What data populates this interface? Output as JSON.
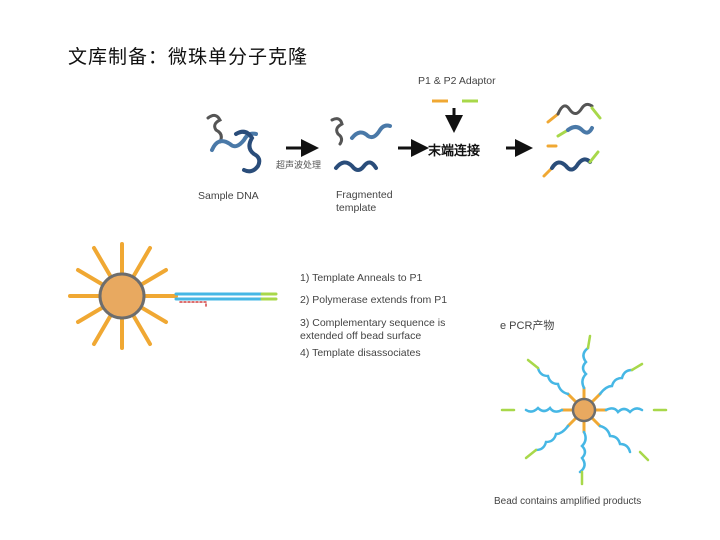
{
  "title": "文库制备：微珠单分子克隆",
  "top": {
    "adaptor_label": "P1 & P2 Adaptor",
    "sonication_label": "超声波处理",
    "end_ligation_label": "末端连接",
    "sample_label": "Sample DNA",
    "fragmented_label_1": "Fragmented",
    "fragmented_label_2": "template"
  },
  "steps": [
    "1) Template Anneals to P1",
    "2) Polymerase extends from  P1",
    "3) Complementary sequence is",
    "extended off bead surface",
    "4) Template disassociates"
  ],
  "epcr_label": "e PCR产物",
  "bead_caption": "Bead contains amplified products",
  "colors": {
    "orange": "#f0a833",
    "bead_fill": "#e8a960",
    "bead_stroke": "#6d6d6d",
    "green": "#a8d84a",
    "cyan": "#46b7e5",
    "dna_dark": "#2a4d7a",
    "dna_mid": "#4a79a8",
    "dna_grey": "#555555"
  }
}
